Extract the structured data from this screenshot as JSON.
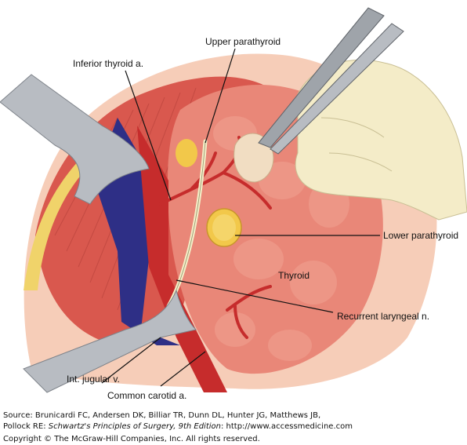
{
  "labels": {
    "upper_parathyroid": "Upper parathyroid",
    "inferior_thyroid_artery": "Inferior thyroid a.",
    "lower_parathyroid": "Lower parathyroid",
    "thyroid": "Thyroid",
    "recurrent_laryngeal_nerve": "Recurrent laryngeal n.",
    "internal_jugular_vein": "Int. jugular v.",
    "common_carotid_artery": "Common carotid a."
  },
  "caption": {
    "line1": "Source: Brunicardi FC, Andersen DK, Billiar TR, Dunn DL, Hunter JG, Matthews JB,",
    "line2_prefix": "Pollock RE: ",
    "line2_title": "Schwartz's Principles of Surgery, 9th Edition",
    "line2_suffix": ": http://www.accessmedicine.com",
    "copyright": "Copyright © The McGraw-Hill Companies, Inc. All rights reserved."
  },
  "colors": {
    "thyroid": "#e98778",
    "muscle": "#d9584e",
    "vein": "#2e2f86",
    "artery": "#c62c2c",
    "retractor": "#b8bcc2",
    "glove": "#f4ecc8",
    "parathyroid": "#f2c84a",
    "nerve": "#f5efc8"
  }
}
